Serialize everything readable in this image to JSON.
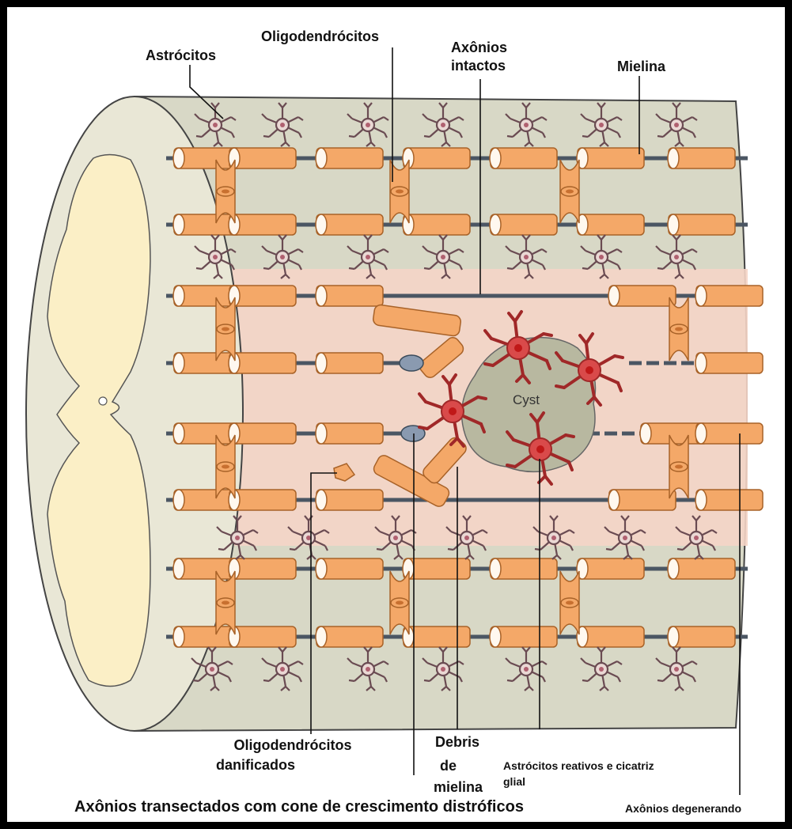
{
  "labels": {
    "astrocitos": "Astrócitos",
    "oligodendrocitos": "Oligodendrócitos",
    "axonios_intactos_1": "Axônios",
    "axonios_intactos_2": "intactos",
    "mielina": "Mielina",
    "cyst": "Cyst",
    "oligo_danificados_1": "Oligodendrócitos",
    "oligo_danificados_2": "danificados",
    "debris_1": "Debris",
    "debris_2": "de",
    "debris_3": "mielina",
    "reativos_1": "Astrócitos reativos e cicatriz",
    "reativos_2": "glial",
    "transectados": "Axônios transectados com cone de crescimento distróficos",
    "degenerando": "Axônios degenerando"
  },
  "colors": {
    "cord_outer": "#e9e7d6",
    "white_matter": "#d8d8c6",
    "grey_matter": "#fbefc6",
    "lesion": "#f5d5c6",
    "myelin": "#f4a868",
    "myelin_stroke": "#a86228",
    "axon": "#4b5663",
    "astrocyte": "#6a4b52",
    "reactive_astrocyte": "#d94a4a",
    "cyst": "#b8b8a0"
  },
  "icons": [
    "astrocyte-icon",
    "reactive-astrocyte-icon",
    "oligodendrocyte-icon",
    "growth-cone-icon"
  ]
}
